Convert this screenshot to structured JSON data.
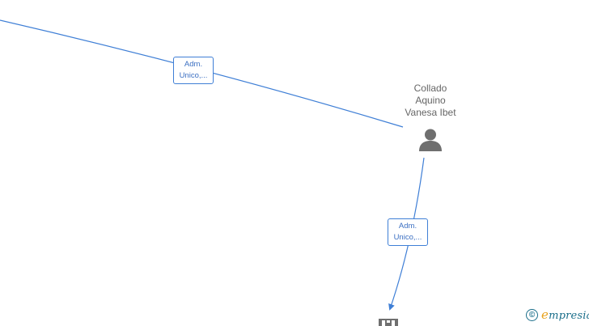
{
  "edges": [
    {
      "label_line1": "Adm.",
      "label_line2": "Unico,..."
    },
    {
      "label_line1": "Adm.",
      "label_line2": "Unico,..."
    }
  ],
  "person": {
    "name_lines": [
      "Collado",
      "Aquino",
      "Vanesa Ibet"
    ]
  },
  "brand": {
    "copyright_symbol": "©",
    "name_first_letter": "e",
    "name_rest": "mpresia"
  },
  "colors": {
    "edge": "#3f7fd6",
    "label_text": "#3b6fc2",
    "node_icon": "#6f6f6f",
    "name_text": "#666666",
    "brand": "#1a6e8a",
    "brand_accent": "#e8a21b"
  },
  "icons": {
    "person": "person-icon",
    "company": "building-icon",
    "copyright": "copyright-icon"
  }
}
